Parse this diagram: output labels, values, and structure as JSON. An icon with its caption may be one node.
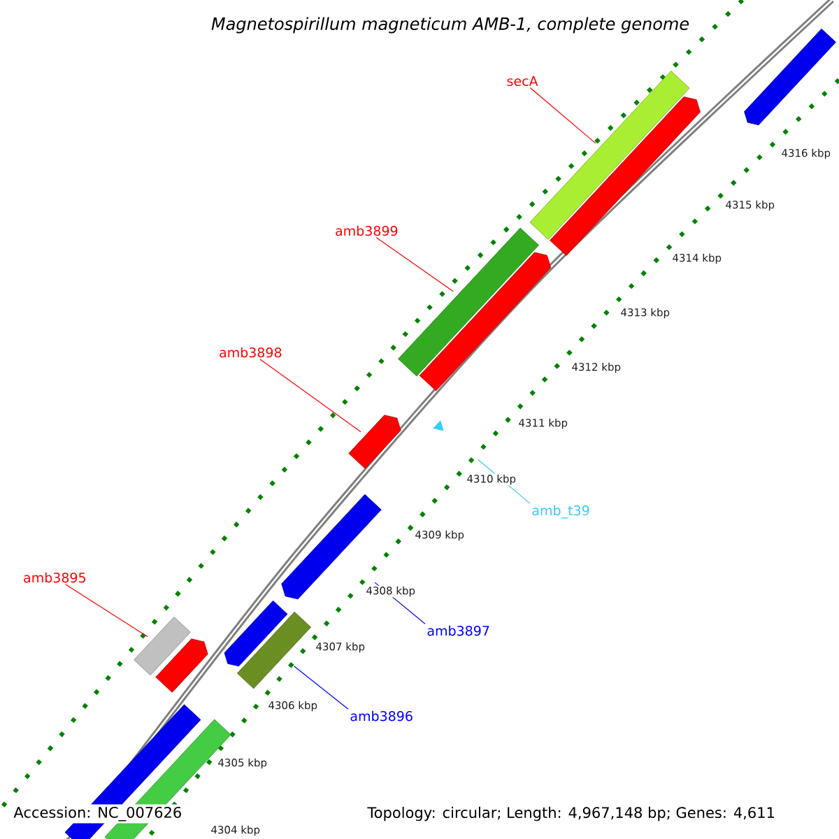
{
  "diagram": {
    "title": "*Magnetospirillum magneticum* AMB-1, complete genome",
    "nodes": [
      {
        "text": [
          "secA"
        ]
      },
      {
        "text": [],
        "shape": "bar"
      },
      {
        "text": [
          "amb3899"
        ]
      },
      {
        "text": [],
        "shape": "bar"
      },
      {
        "text": [
          "amb3898"
        ]
      },
      {
        "text": [],
        "shape": "arrow"
      },
      {
        "text": [
          "amb_t39"
        ]
      },
      {
        "text": [],
        "shape": "triangle"
      },
      {
        "text": [
          "amb3897"
        ]
      },
      {
        "text": [],
        "shape": "arrow"
      },
      {
        "text": [
          "amb3896"
        ]
      },
      {
        "text": [],
        "shape": "bar"
      },
      {
        "text": [
          "amb3895"
        ]
      },
      {
        "text": [],
        "shape": "bar"
      },
      {
        "text": [],
        "shape": "arrow"
      },
      {
        "text": [],
        "shape": "arrow"
      },
      {
        "text": [],
        "shape": "arrow"
      },
      {
        "text": [],
        "shape": "arrow"
      },
      {
        "text": [],
        "shape": "arrow"
      },
      {
        "text": [],
        "shape": "bar"
      },
      {
        "text": [],
        "shape": "bar"
      }
    ],
    "edges": [
      {
        "from": 0,
        "to": 1,
        "arrow": "none"
      },
      {
        "from": 2,
        "to": 3,
        "arrow": "none"
      },
      {
        "from": 4,
        "to": 5,
        "arrow": "none"
      },
      {
        "from": 6,
        "to": 7,
        "arrow": "none",
        "color": "#33ccff"
      },
      {
        "from": 8,
        "to": 9,
        "arrow": "none",
        "color": "#0000ff"
      },
      {
        "from": 10,
        "to": 11,
        "arrow": "none",
        "color": "#0000ff"
      },
      {
        "from": 12,
        "to": 13,
        "arrow": "none"
      }
    ],
    "labels": [
      "4316 kbp",
      "4315 kbp",
      "4314 kbp",
      "4313 kbp",
      "4312 kbp",
      "4311 kbp",
      "4310 kbp",
      "4309 kbp",
      "4308 kbp",
      "4307 kbp",
      "4306 kbp",
      "4305 kbp",
      "Accession: NC_007626",
      "4304 kbp",
      "Topology: circular; Length: 4,967,148 bp; Genes: 4,611"
    ]
  }
}
